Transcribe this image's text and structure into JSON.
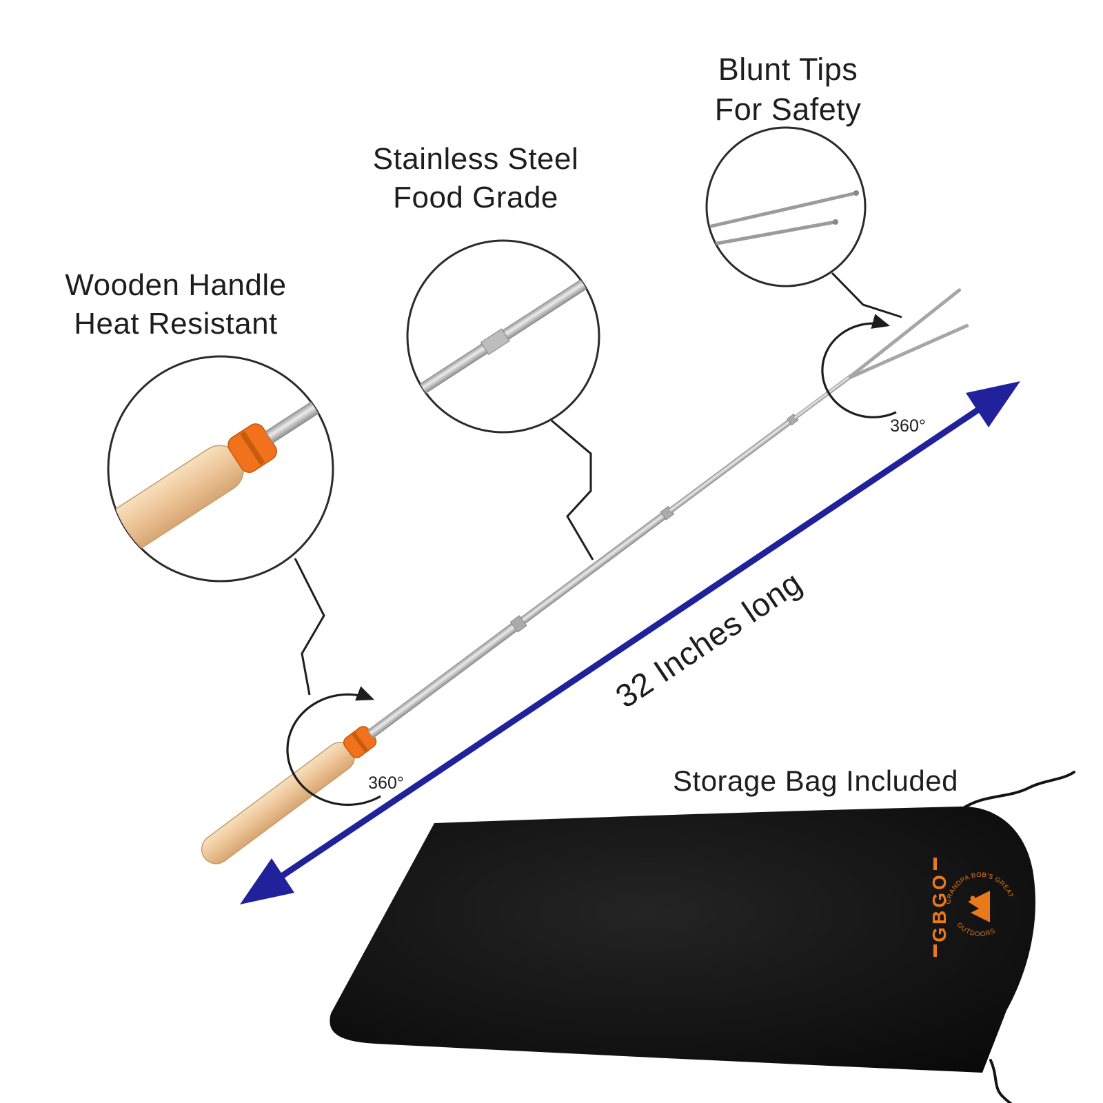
{
  "labels": {
    "blunt_tips": {
      "line1": "Blunt Tips",
      "line2": "For Safety"
    },
    "stainless": {
      "line1": "Stainless Steel",
      "line2": "Food Grade"
    },
    "wooden": {
      "line1": "Wooden Handle",
      "line2": "Heat Resistant"
    },
    "length": "32 Inches long",
    "storage_bag": "Storage Bag Included",
    "rotation_left": "360°",
    "rotation_right": "360°"
  },
  "logo": {
    "text": "GBGO",
    "ring_top": "GRANDPA BOB'S GREAT",
    "ring_bottom": "OUTDOORS"
  },
  "colors": {
    "text": "#1d1d1d",
    "arrow_blue": "#21219b",
    "wood_tan": "#eec69a",
    "collar_orange": "#f2711c",
    "steel_gray": "#bdbdbd",
    "bag_black": "#0e0e0e",
    "logo_orange": "#e87a1c"
  }
}
